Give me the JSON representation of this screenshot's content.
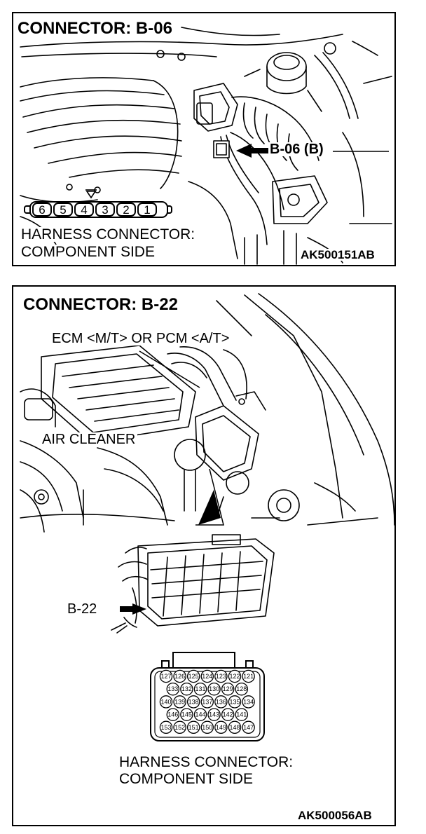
{
  "panel_b06": {
    "title": "CONNECTOR: B-06",
    "callout": "B-06 (B)",
    "pins": [
      "6",
      "5",
      "4",
      "3",
      "2",
      "1"
    ],
    "harness_line1": "HARNESS CONNECTOR:",
    "harness_line2": "COMPONENT SIDE",
    "code": "AK500151AB"
  },
  "panel_b22": {
    "title": "CONNECTOR: B-22",
    "ecm_label": "ECM <M/T> OR PCM <A/T>",
    "air_cleaner_label": "AIR CLEANER",
    "callout": "B-22",
    "pin_rows": [
      [
        "127",
        "126",
        "125",
        "124",
        "123",
        "122",
        "121"
      ],
      [
        "133",
        "132",
        "131",
        "130",
        "129",
        "128"
      ],
      [
        "140",
        "139",
        "138",
        "137",
        "136",
        "135",
        "134"
      ],
      [
        "146",
        "145",
        "144",
        "143",
        "142",
        "141"
      ],
      [
        "153",
        "152",
        "151",
        "150",
        "149",
        "148",
        "147"
      ]
    ],
    "harness_line1": "HARNESS CONNECTOR:",
    "harness_line2": "COMPONENT SIDE",
    "code": "AK500056AB"
  }
}
